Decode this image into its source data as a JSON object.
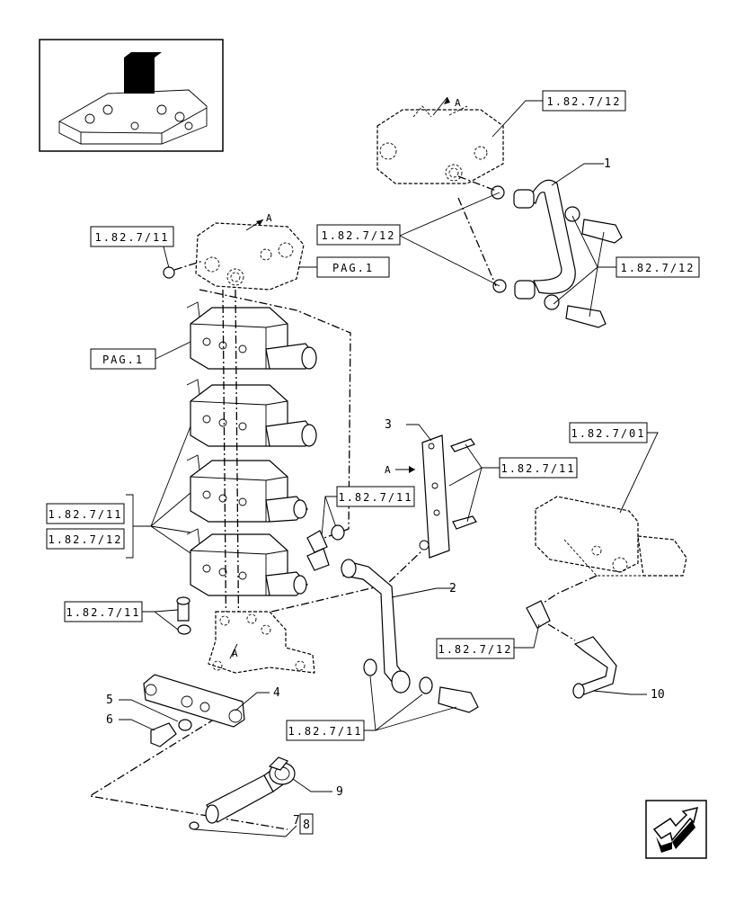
{
  "callouts": {
    "top_1_82_7_12": "1.82.7/12",
    "left_1_82_7_11": "1.82.7/11",
    "mid_1_82_7_12": "1.82.7/12",
    "pag1_top": "PAG.1",
    "right_1_82_7_12": "1.82.7/12",
    "pag1_mid": "PAG.1",
    "bracket_1_82_7_11": "1.82.7/11",
    "center_1_82_7_11": "1.82.7/11",
    "right_1_82_7_01": "1.82.7/01",
    "left_stack_1_82_7_11": "1.82.7/11",
    "left_stack_1_82_7_12": "1.82.7/12",
    "bottom_left_1_82_7_11": "1.82.7/11",
    "lower_right_1_82_7_12": "1.82.7/12",
    "bottom_1_82_7_11": "1.82.7/11",
    "ref_8": "8"
  },
  "part_numbers": {
    "p1": "1",
    "p2": "2",
    "p3": "3",
    "p4": "4",
    "p5": "5",
    "p6": "6",
    "p7": "7",
    "p9": "9",
    "p10": "10"
  },
  "view_markers": {
    "a_top": "A",
    "a_left": "A",
    "a_bracket": "A",
    "a_bottom": "A"
  },
  "icons": {
    "thumbnail": "tractor-lift-cover-thumbnail",
    "nav": "next-page-arrow-icon"
  }
}
